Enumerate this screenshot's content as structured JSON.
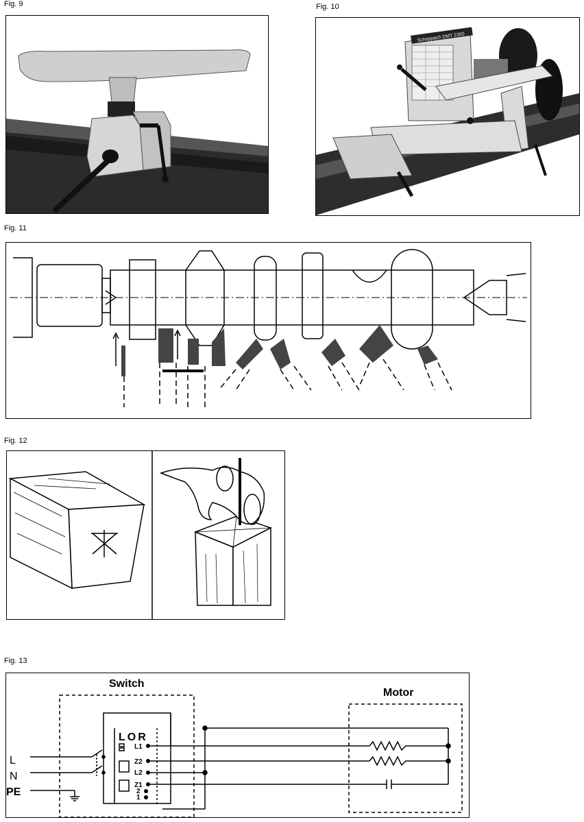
{
  "figures": {
    "fig9": {
      "caption": "Fig. 9"
    },
    "fig10": {
      "caption": "Fig. 10",
      "headstock_label": "Scheppach DMT 2300"
    },
    "fig11": {
      "caption": "Fig. 11"
    },
    "fig12": {
      "caption": "Fig. 12"
    },
    "fig13": {
      "caption": "Fig. 13",
      "switch_label": "Switch",
      "motor_label": "Motor",
      "switch_positions": "LOR",
      "terminals": [
        "L1",
        "Z2",
        "L2",
        "Z1",
        "2",
        "1"
      ],
      "supply": [
        "L",
        "N",
        "PE"
      ]
    }
  }
}
